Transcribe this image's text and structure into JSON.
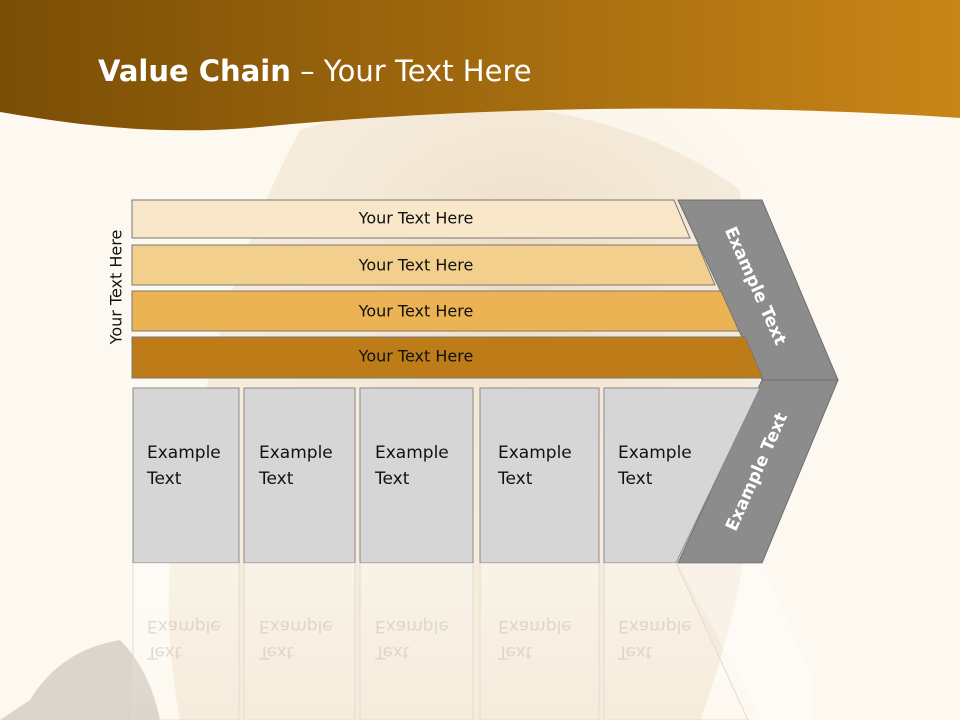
{
  "slide": {
    "title_bold": "Value Chain",
    "title_rest": " – Your Text Here",
    "vertical_label": "Your Text Here"
  },
  "support_bars": [
    {
      "label": "Your Text Here",
      "color": "#f8e7c9"
    },
    {
      "label": "Your Text Here",
      "color": "#f3cf8e"
    },
    {
      "label": "Your Text Here",
      "color": "#ecb354"
    },
    {
      "label": "Your Text Here",
      "color": "#bd7c17"
    }
  ],
  "activities": [
    {
      "line1": "Example",
      "line2": "Text"
    },
    {
      "line1": "Example",
      "line2": "Text"
    },
    {
      "line1": "Example",
      "line2": "Text"
    },
    {
      "line1": "Example",
      "line2": "Text"
    },
    {
      "line1": "Example",
      "line2": "Text"
    }
  ],
  "margin": {
    "upper_label": "Example Text",
    "lower_label": "Example Text",
    "color": "#8c8c8c"
  },
  "colors": {
    "header_dark": "#7a4e06",
    "header_light": "#c98517",
    "activity_fill": "#d6d6d6",
    "background": "#fdf9f1"
  }
}
